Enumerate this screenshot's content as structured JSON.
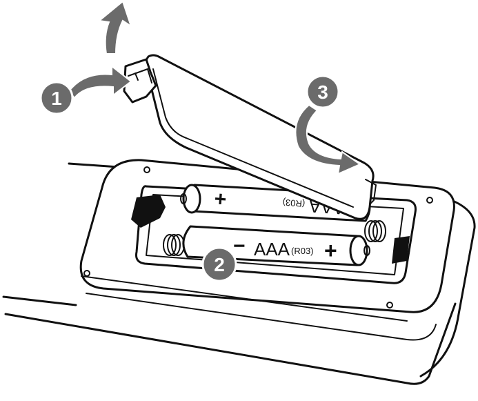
{
  "steps": [
    {
      "label": "1"
    },
    {
      "label": "2"
    },
    {
      "label": "3"
    }
  ],
  "battery_front": {
    "type_label": "AAA",
    "model_label": "(R03)",
    "plus": "+",
    "minus": "−"
  },
  "battery_back": {
    "type_label": "AAA",
    "model_label": "(R03)",
    "plus": "+"
  },
  "colors": {
    "line": "#111111",
    "arrow_fill": "#6b6b6b",
    "badge_fill": "#6b6b6b",
    "badge_ring": "#ffffff"
  }
}
